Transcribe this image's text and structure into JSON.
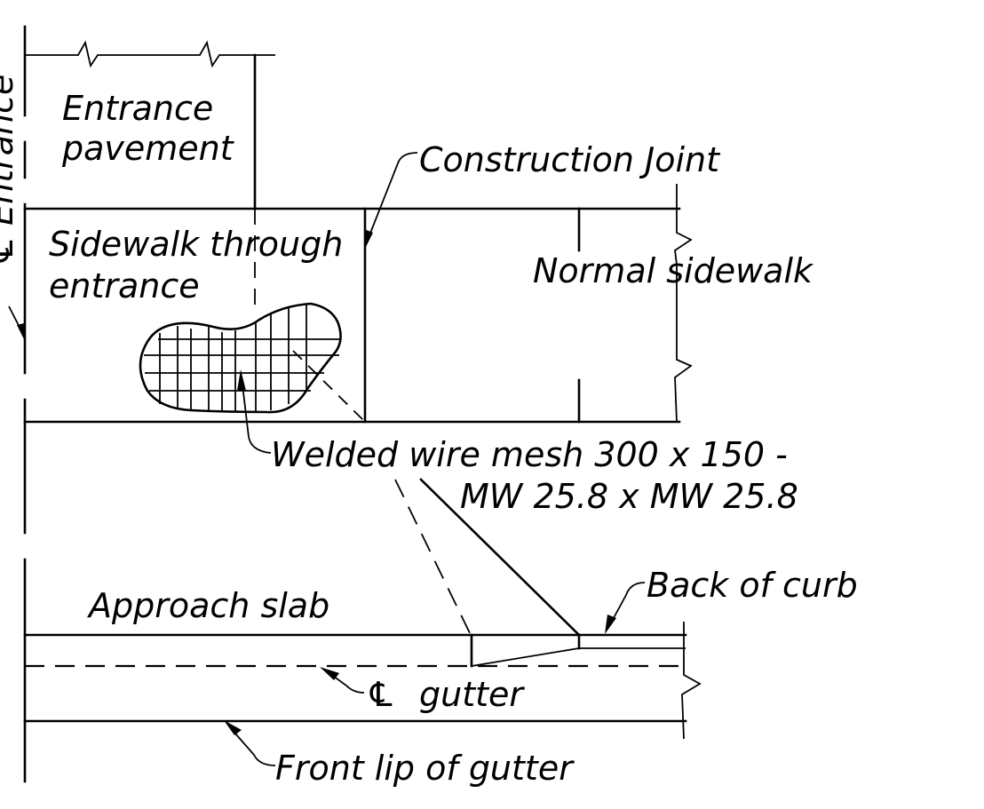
{
  "labels": {
    "entrance_pavement_line1": "Entrance",
    "entrance_pavement_line2": "pavement",
    "construction_joint": "Construction Joint",
    "sidewalk_entrance_line1": "Sidewalk through",
    "sidewalk_entrance_line2": "entrance",
    "normal_sidewalk": "Normal sidewalk",
    "mesh_line1": "Welded wire mesh 300 x 150 -",
    "mesh_line2": "MW 25.8 x MW 25.8",
    "approach_slab": "Approach slab",
    "back_of_curb": "Back of curb",
    "gutter_symbol": "℄",
    "gutter": "gutter",
    "front_lip": "Front lip of gutter",
    "entrance_cl": "℄ Entrance"
  },
  "colors": {
    "ink": "#000000",
    "paper": "#ffffff"
  }
}
